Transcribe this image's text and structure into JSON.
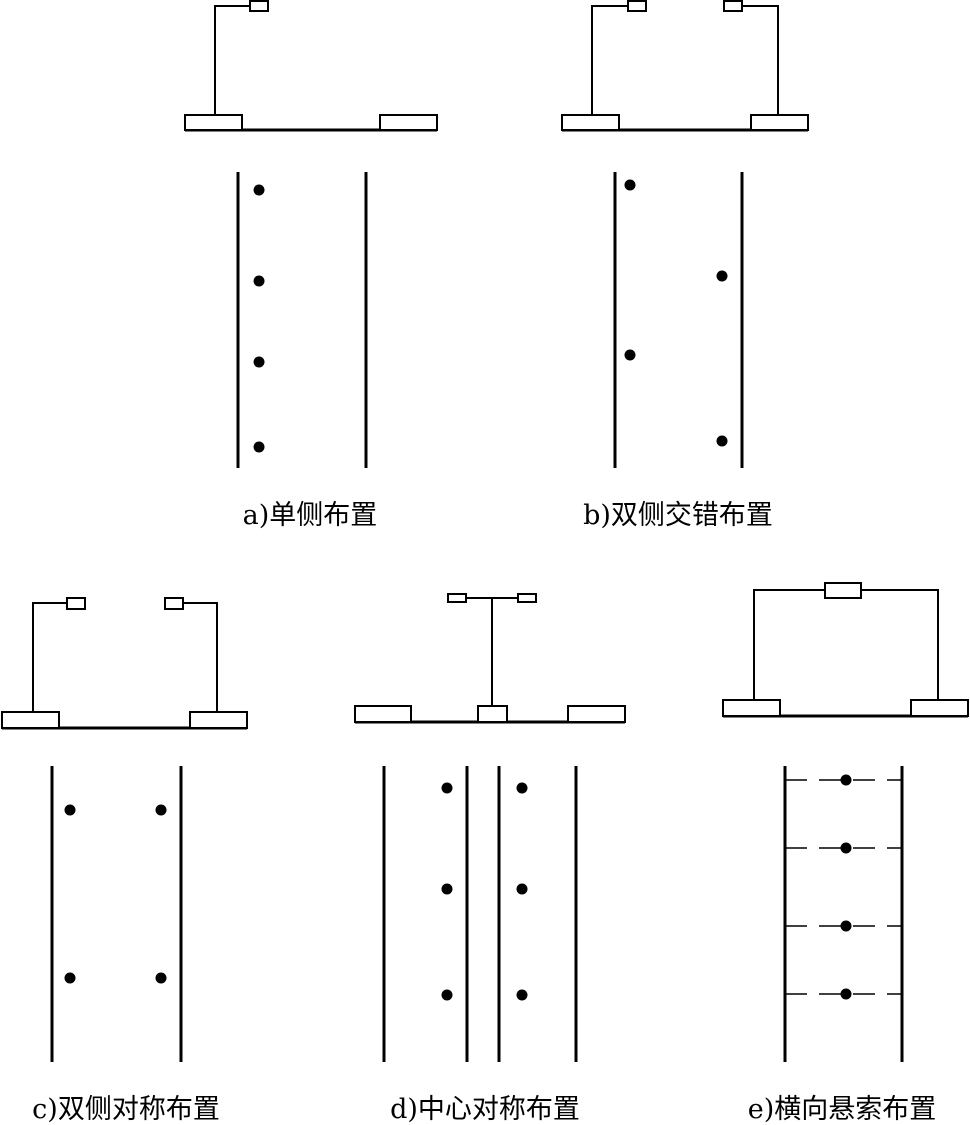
{
  "panels": [
    {
      "id": "a",
      "caption": "a)单侧布置"
    },
    {
      "id": "b",
      "caption": "b)双侧交错布置"
    },
    {
      "id": "c",
      "caption": "c)双侧对称布置"
    },
    {
      "id": "d",
      "caption": "d)中心对称布置"
    },
    {
      "id": "e",
      "caption": "e)横向悬索布置"
    }
  ]
}
